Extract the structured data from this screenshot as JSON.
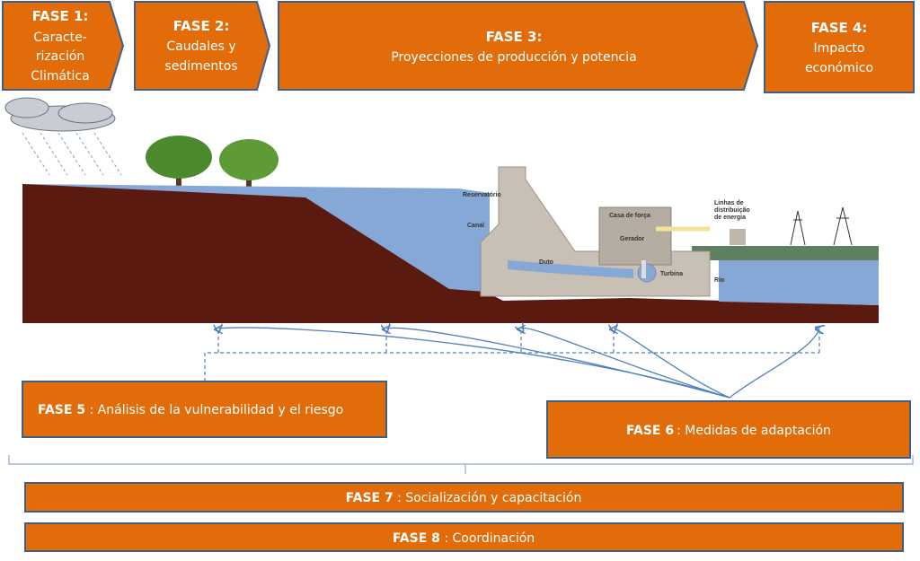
{
  "colors": {
    "phase_fill": "#E36C0A",
    "phase_border": "#3E5F8A",
    "ground": "#5A1A10",
    "water": "#86A8D6",
    "dam": "#C8C0B4",
    "arrow": "#4F81BD"
  },
  "phases": [
    {
      "id": "FASE 1:",
      "lines": [
        "Caracte-",
        "rización",
        "Climática"
      ]
    },
    {
      "id": "FASE 2:",
      "lines": [
        "Caudales y",
        "sedimentos"
      ]
    },
    {
      "id": "FASE 3:",
      "lines": [
        "Proyecciones de producción y potencia"
      ]
    },
    {
      "id": "FASE 4:",
      "lines": [
        "Impacto",
        "económico"
      ]
    },
    {
      "id": "FASE 5",
      "text": " : Análisis de la vulnerabilidad y el riesgo"
    },
    {
      "id": "FASE 6",
      "text": ": Medidas de adaptación"
    },
    {
      "id": "FASE 7",
      "text": " : Socialización y capacitación"
    },
    {
      "id": "FASE 8",
      "text": " : Coordinación"
    }
  ],
  "plant_labels": {
    "reservoir": "Reservatório",
    "canal": "Canal",
    "duct": "Duto",
    "powerhouse": "Casa de força",
    "generator": "Gerador",
    "turbine": "Turbina",
    "river": "Rio",
    "lines": [
      "Linhas de",
      "distribuição",
      "de energia"
    ]
  },
  "icons": [
    "rain-cloud-icon",
    "tree-icon",
    "tree-icon",
    "transformer-icon",
    "power-tower-icon",
    "power-tower-icon"
  ]
}
